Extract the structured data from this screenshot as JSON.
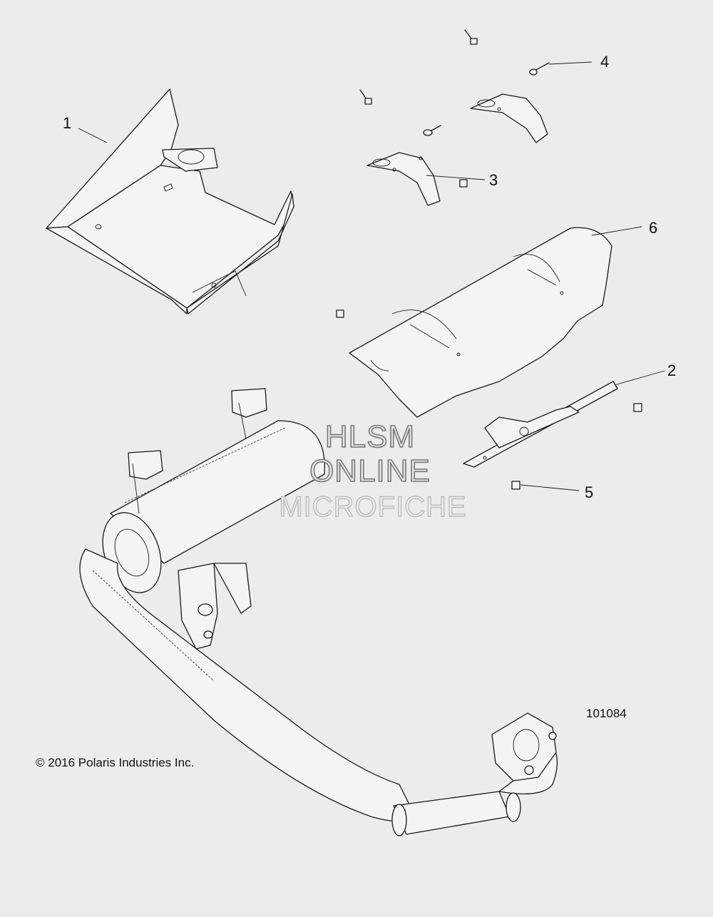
{
  "diagram": {
    "figure_id": "101084",
    "copyright": "© 2016 Polaris Industries Inc.",
    "callouts": [
      "1",
      "2",
      "3",
      "4",
      "5",
      "6"
    ],
    "watermark": {
      "line1": "HLSM",
      "line2": "ONLINE",
      "line3": "MICROFICHE"
    }
  }
}
